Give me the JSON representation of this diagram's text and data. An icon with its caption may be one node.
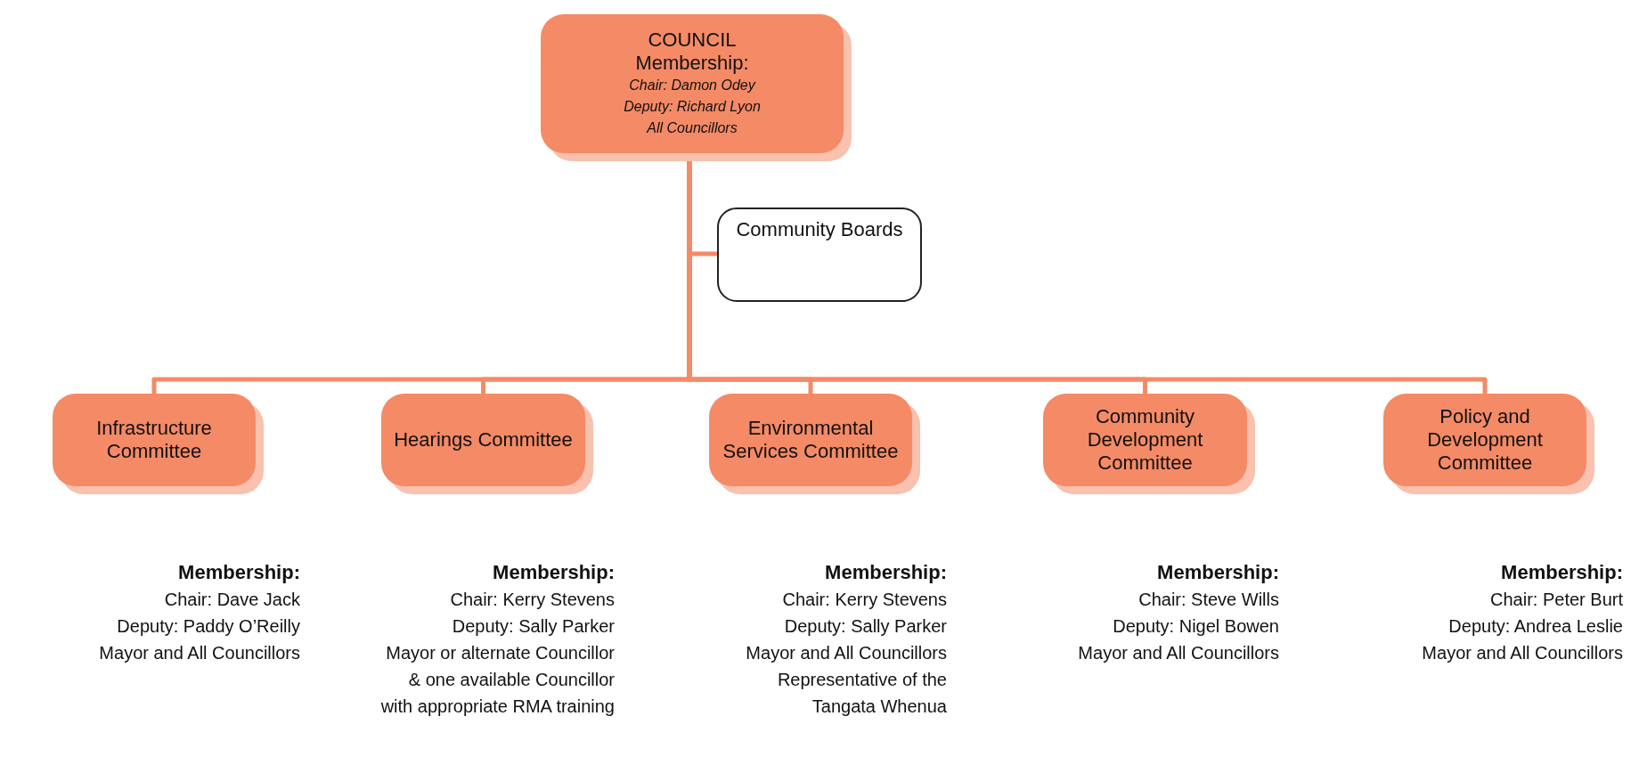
{
  "diagram": {
    "nodes": [
      {
        "text": [
          "COUNCIL",
          "Membership:",
          "Chair: Damon Odey",
          "Deputy: Richard Lyon",
          "All Councillors"
        ]
      },
      {
        "text": [
          "Community Boards"
        ]
      },
      {
        "text": [
          "Infrastructure Committee"
        ],
        "beside": [
          "Membership:",
          "Chair: Dave Jack",
          "Deputy: Paddy O’Reilly",
          "Mayor and All Councillors"
        ]
      },
      {
        "text": [
          "Hearings Committee"
        ],
        "beside": [
          "Membership:",
          "Chair: Kerry Stevens",
          "Deputy: Sally Parker",
          "Mayor or alternate Councillor",
          "& one available Councillor with appropriate RMA training"
        ]
      },
      {
        "text": [
          "Environmental Services Committee"
        ],
        "beside": [
          "Membership:",
          "Chair: Kerry Stevens",
          "Deputy: Sally Parker",
          "Mayor and All Councillors",
          "Representative of the Tangata Whenua"
        ]
      },
      {
        "text": [
          "Community Development Committee"
        ],
        "beside": [
          "Membership:",
          "Chair: Steve Wills",
          "Deputy: Nigel Bowen",
          "Mayor and All Councillors"
        ]
      },
      {
        "text": [
          "Policy and Development Committee"
        ],
        "beside": [
          "Membership:",
          "Chair: Peter Burt",
          "Deputy: Andrea Leslie",
          "Mayor and All Councillors"
        ]
      }
    ],
    "edges": [
      {
        "from": 0,
        "to": 1,
        "arrow": "none"
      },
      {
        "from": 0,
        "to": 2,
        "arrow": "none"
      },
      {
        "from": 0,
        "to": 3,
        "arrow": "none"
      },
      {
        "from": 0,
        "to": 4,
        "arrow": "none"
      },
      {
        "from": 0,
        "to": 5,
        "arrow": "none"
      },
      {
        "from": 0,
        "to": 6,
        "arrow": "none"
      }
    ]
  }
}
